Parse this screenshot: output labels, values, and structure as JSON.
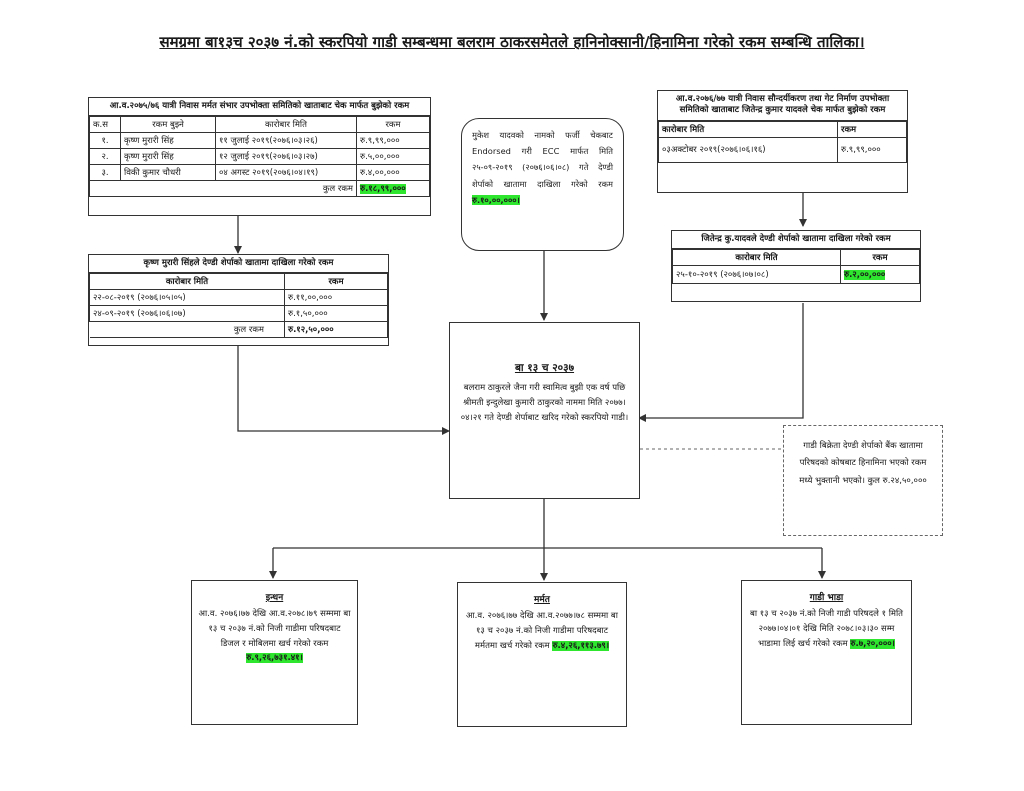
{
  "title": "समग्रमा बा१३च २०३७ नं.को स्करपियो गाडी सम्बन्धमा बलराम ठाकरसमेतले हानिनोक्सानी/हिनामिना गरेको रकम सम्बन्धि तालिका।",
  "colors": {
    "highlight": "#2ee62e",
    "border": "#333333",
    "text": "#1a1a1a"
  },
  "table1": {
    "caption": "आ.व.२०७५/७६ यात्री निवास मर्मत संभार उपभोक्ता समितिको खाताबाट चेक मार्फत बुझेको रकम",
    "headers": [
      "क.स",
      "रकम बुझ्ने",
      "कारोबार मिति",
      "रकम"
    ],
    "rows": [
      [
        "१.",
        "कृष्ण मुरारी सिंह",
        "११ जुलाई २०१९(२०७६।०३।२६)",
        "रु.९,९९,०००"
      ],
      [
        "२.",
        "कृष्ण मुरारी सिंह",
        "१२ जुलाई २०१९(२०७६।०३।२७)",
        "रु.५,००,०००"
      ],
      [
        "३.",
        "विकी कुमार चौधरी",
        "०४ अगस्ट २०१९(२०७६।०४।१९)",
        "रु.४,००,०००"
      ]
    ],
    "total_label": "कुल रकम",
    "total_value": "रु.१८,९९,०००"
  },
  "note_box": {
    "text": "मुकेश यादवको नामको फर्जी चेकबाट Endorsed गरी ECC मार्फत मिति २५-०९-२०१९ (२०७६।०६।०८) गते देण्डी शेर्पाको खातामा दाखिला गरेको रकम",
    "amount": "रु.१०,००,०००।"
  },
  "table2": {
    "caption": "आ.व.२०७६/७७ यात्री निवास सौन्दर्यीकरण तथा गेट निर्माण उपभोक्ता समितिको खाताबाट जितेन्द्र कुमार यादवले चेक मार्फत बुझेको रकम",
    "headers": [
      "कारोबार मिति",
      "रकम"
    ],
    "rows": [
      [
        "०३अक्टोबर २०१९(२०७६।०६।१६)",
        "रु.९,९९,०००"
      ]
    ]
  },
  "table3": {
    "caption": "कृष्ण मुरारी सिंहले देण्डी शेर्पाको खातामा दाखिला गरेको रकम",
    "headers": [
      "कारोबार मिति",
      "रकम"
    ],
    "rows": [
      [
        "२२-०८-२०१९ (२०७६।०५।०५)",
        "रु.११,००,०००"
      ],
      [
        "२४-०९-२०१९ (२०७६।०६।०७)",
        "रु.१,५०,०००"
      ]
    ],
    "total_label": "कुल रकम",
    "total_value": "रु.१२,५०,०००"
  },
  "table4": {
    "caption": "जितेन्द्र कु.यादवले देण्डी शेर्पाको खातामा दाखिला गरेको रकम",
    "headers": [
      "कारोबार मिति",
      "रकम"
    ],
    "rows": [
      [
        "२५-१०-२०१९ (२०७६।०७।०८)",
        "रु.२,००,०००"
      ]
    ]
  },
  "center_box": {
    "heading": "बा १३ च २०३७",
    "text": "बलराम ठाकुरले जैना गरी स्वामित्व बुझी एक वर्ष पछि श्रीमती इन्दुलेखा कुमारी ठाकुरको नाममा मिति २०७७।०४।२१ गते देण्डी शेर्पाबाट खरिद गरेको स्करपियो गाडी।"
  },
  "side_note": {
    "text": "गाडी बिक्रेता देण्डी शेर्पाको बैंक खातामा परिषदको कोषबाट हिनामिना भएको रकम मध्ये भुक्तानी भएको। कुल रु.२४,५०,०००"
  },
  "bottom_boxes": [
    {
      "heading": "इन्धन",
      "text": "आ.व. २०७६।७७ देखि आ.व.२०७८।७९ सम्ममा बा १३ च २०३७ नं.को निजी गाडीमा परिषदबाट डिजल र मोबिलमा खर्च गरेको रकम",
      "amount": "रु.९,२६,७३१.४१।"
    },
    {
      "heading": "मर्मत",
      "text": "आ.व. २०७६।७७ देखि आ.व.२०७७।७८ सम्ममा बा १३ च २०३७ नं.को निजी गाडीमा परिषदबाट मर्मतमा खर्च गरेको रकम",
      "amount": "रु.४,२६,११३.७९।"
    },
    {
      "heading": "गाडी भाडा",
      "text": "बा १३ च २०३७ नं.को निजी गाडी परिषदले १ मिति २०७७।०४।०१ देखि मिति २०७८।०३।३० सम्म भाडामा लिई खर्च गरेको रकम",
      "amount": "रु.७,२०,०००।"
    }
  ]
}
